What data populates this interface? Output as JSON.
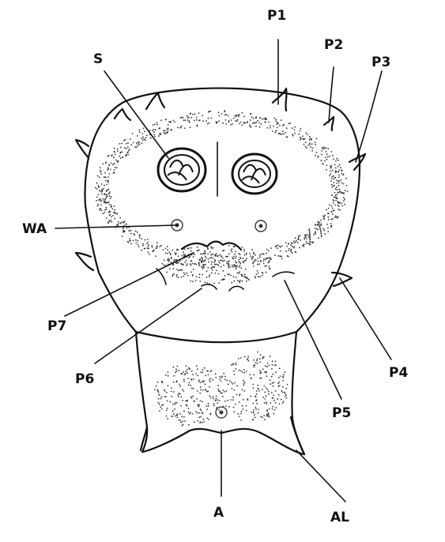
{
  "figure": {
    "labels": {
      "s": "S",
      "p1": "P1",
      "p2": "P2",
      "p3": "P3",
      "wa": "WA",
      "p7": "P7",
      "p6": "P6",
      "p4": "P4",
      "p5": "P5",
      "a": "A",
      "al": "AL"
    }
  }
}
